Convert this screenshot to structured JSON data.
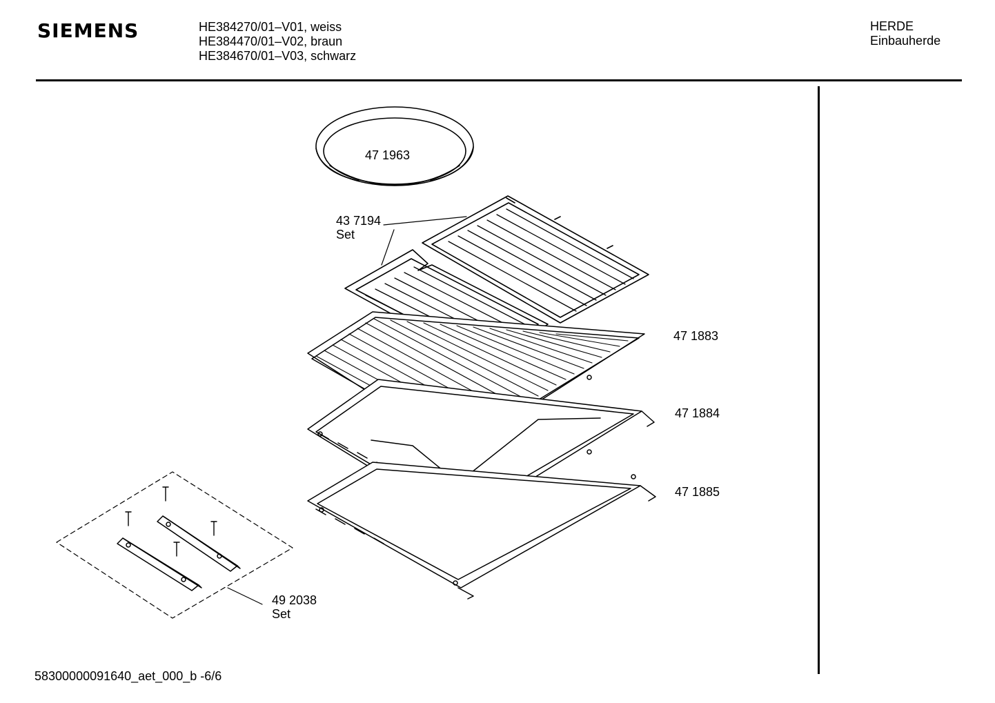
{
  "header": {
    "brand": "SIEMENS",
    "models": [
      "HE384270/01–V01, weiss",
      "HE384470/01–V02, braun",
      "HE384670/01–V03, schwarz"
    ],
    "category": [
      "HERDE",
      "Einbauherde"
    ]
  },
  "parts": {
    "round_pan": {
      "number": "47 1963"
    },
    "enamel_tray_set": {
      "number": "43 7194",
      "qualifier": "Set"
    },
    "wire_rack": {
      "number": "47 1883"
    },
    "baking_tray": {
      "number": "47 1884"
    },
    "universal_pan": {
      "number": "47 1885"
    },
    "rail_kit": {
      "number": "49 2038",
      "qualifier": "Set"
    }
  },
  "footer": {
    "code": "58300000091640_aet_000_b  -6/6"
  }
}
